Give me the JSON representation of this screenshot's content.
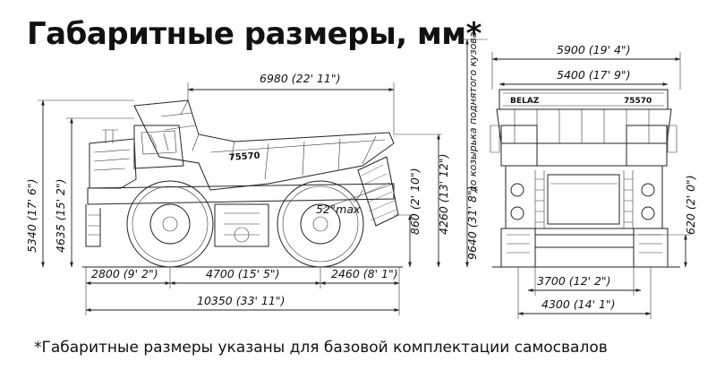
{
  "title": "Габаритные размеры, мм*",
  "footnote": "*Габаритные размеры указаны для базовой комплектации самосвалов",
  "side_view": {
    "model_label": "75570",
    "dimensions": {
      "body_length": "6980 (22' 11\")",
      "overall_height": "5340 (17' 6\")",
      "cab_height": "4635 (15' 2\")",
      "front_overhang": "2800 (9' 2\")",
      "wheelbase": "4700 (15' 5\")",
      "rear_overhang": "2460 (8' 1\")",
      "overall_length": "10350 (33' 11\")",
      "dump_angle": "52°max",
      "rear_clearance": "860 (2' 10\")",
      "loading_height": "4260 (13' 12\")",
      "raised_body_height": "9640 (31' 8\")",
      "raised_body_note": "до козырька поднятого кузова"
    }
  },
  "front_view": {
    "brand_label": "BELAZ",
    "model_label": "75570",
    "dimensions": {
      "overall_width": "5900 (19' 4\")",
      "body_width": "5400 (17' 9\")",
      "front_track": "3700 (12' 2\")",
      "tire_width": "4300 (14' 1\")",
      "ground_clearance": "620 (2' 0\")"
    }
  }
}
